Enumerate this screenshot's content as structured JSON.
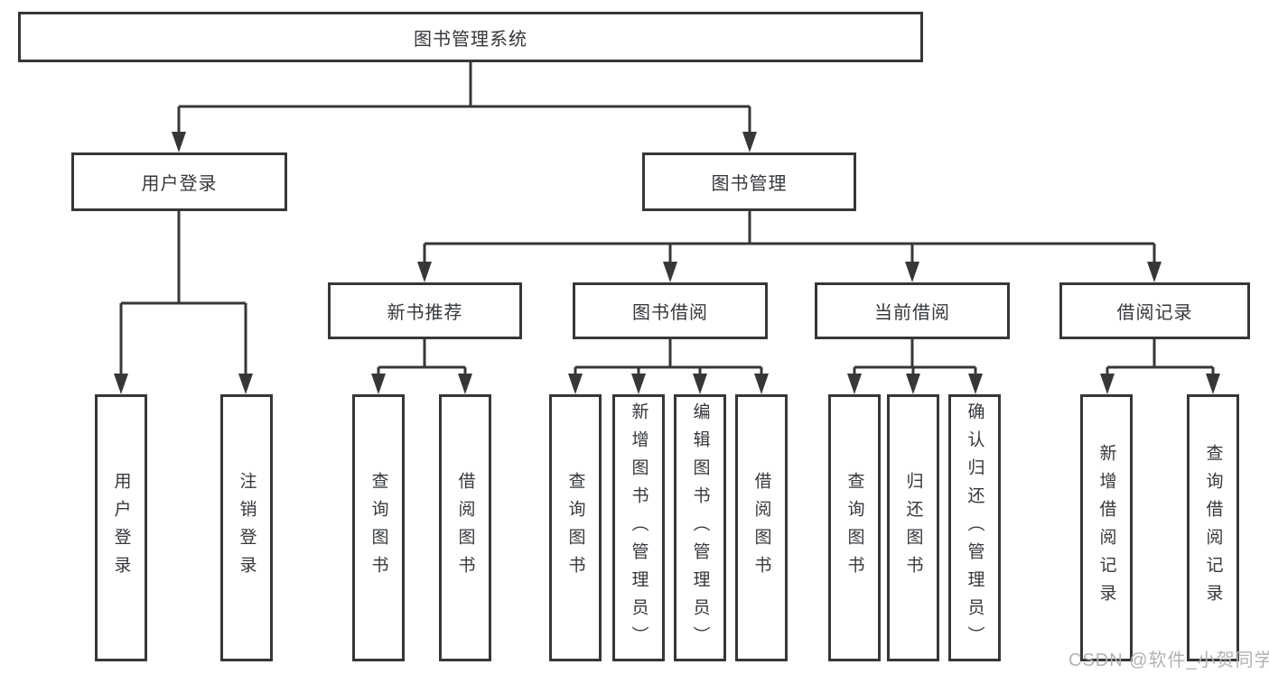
{
  "diagram": {
    "colors": {
      "line": "#373737",
      "text": "#35383c",
      "box_bg": "#ffffff",
      "watermark": "#b2b2b2"
    },
    "watermark": "CSDN @软件_小贺同学",
    "tree": {
      "root": {
        "label": "图书管理系统",
        "children": [
          {
            "label": "用户登录",
            "children": [
              {
                "label": "用户登录"
              },
              {
                "label": "注销登录"
              }
            ]
          },
          {
            "label": "图书管理",
            "children": [
              {
                "label": "新书推荐",
                "children": [
                  {
                    "label": "查询图书"
                  },
                  {
                    "label": "借阅图书"
                  }
                ]
              },
              {
                "label": "图书借阅",
                "children": [
                  {
                    "label": "查询图书"
                  },
                  {
                    "label": "新增图书（管理员）"
                  },
                  {
                    "label": "编辑图书（管理员）"
                  },
                  {
                    "label": "借阅图书"
                  }
                ]
              },
              {
                "label": "当前借阅",
                "children": [
                  {
                    "label": "查询图书"
                  },
                  {
                    "label": "归还图书"
                  },
                  {
                    "label": "确认归还（管理员）"
                  }
                ]
              },
              {
                "label": "借阅记录",
                "children": [
                  {
                    "label": "新增借阅记录"
                  },
                  {
                    "label": "查询借阅记录"
                  }
                ]
              }
            ]
          }
        ]
      }
    }
  }
}
